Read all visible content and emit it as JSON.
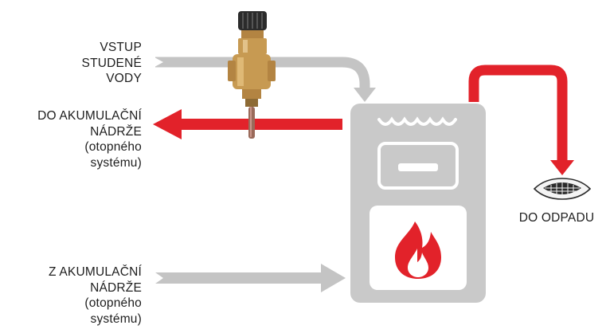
{
  "labels": {
    "cold_inlet": [
      "VSTUP",
      "STUDENÉ",
      "VODY"
    ],
    "to_tank": [
      "DO AKUMULAČNÍ",
      "NÁDRŽE",
      "(otopného",
      "systému)"
    ],
    "from_tank": [
      "Z AKUMULAČNÍ",
      "NÁDRŽE",
      "(otopného",
      "systému)"
    ],
    "to_drain": "DO ODPADU"
  },
  "colors": {
    "hot_arrow": "#e2222a",
    "cold_arrow": "#c4c4c4",
    "boiler_body": "#c9c9c9",
    "valve_brass": "#c79a52",
    "valve_knob": "#2b2b2b",
    "flame": "#e2222a",
    "text": "#1e1e1e"
  },
  "icons": {
    "valve": "thermostatic-valve-icon",
    "boiler": "boiler-icon",
    "flame": "flame-icon",
    "drain": "floor-drain-icon"
  }
}
